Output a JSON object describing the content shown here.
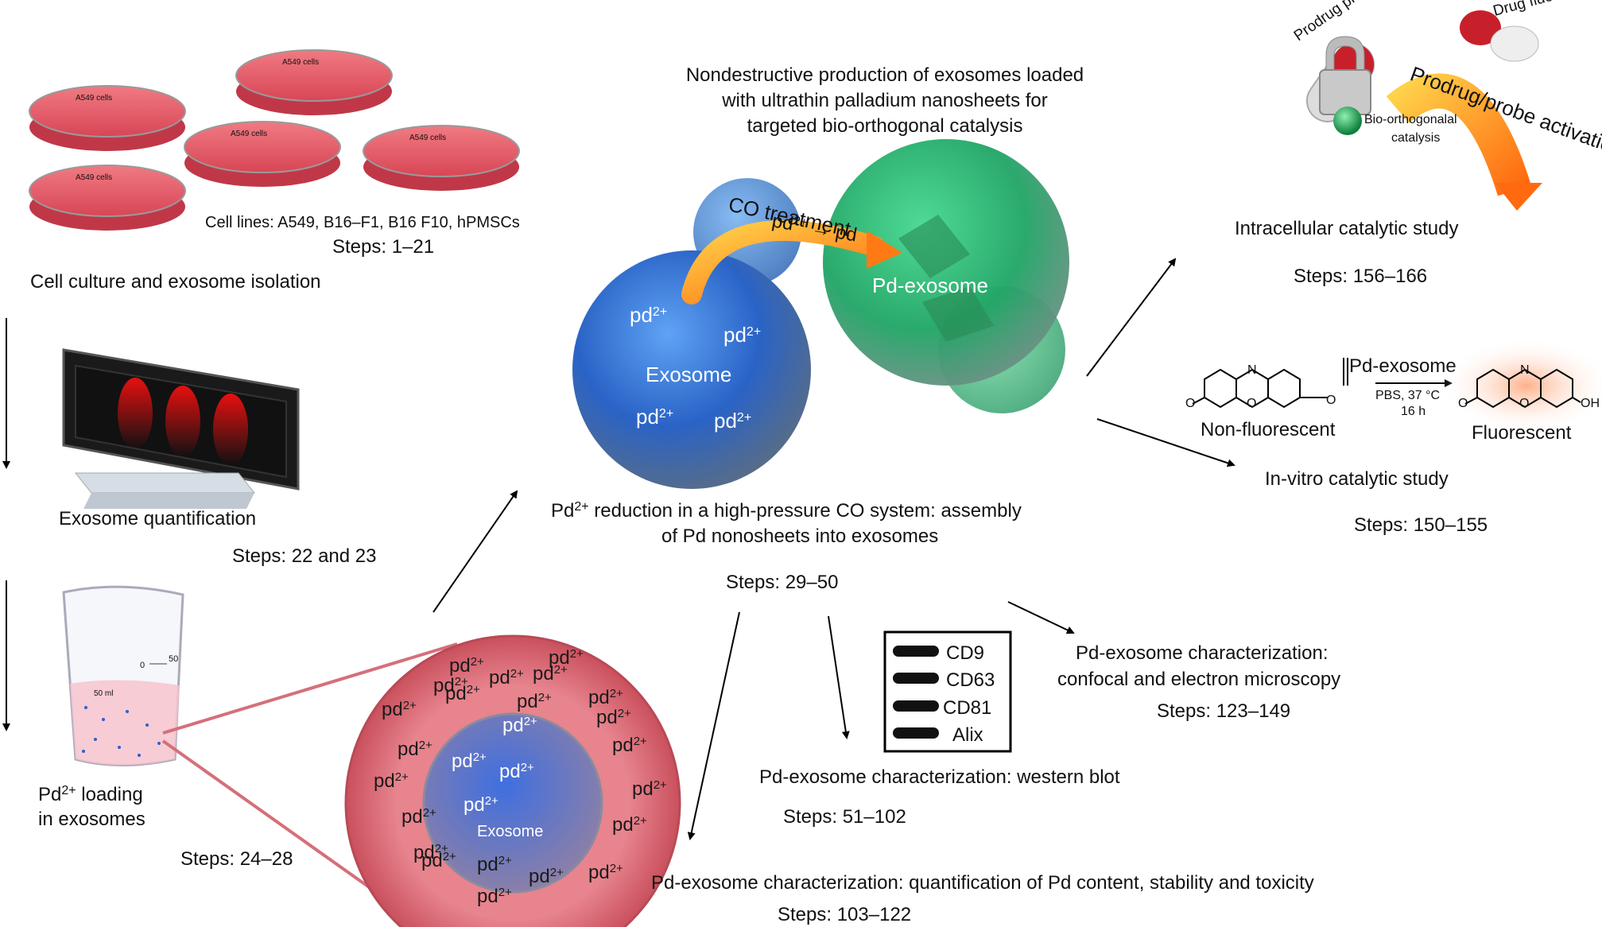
{
  "colors": {
    "dish": "#e8606a",
    "exosome_blue": "#2f6fd0",
    "pd_exosome_green": "#2fc07a",
    "ring_red": "#d9606c",
    "arrow_orange": "#f7a020"
  },
  "culture": {
    "dish_label": "A549 cells",
    "cell_lines": "Cell lines: A549, B16–F1, B16 F10, hPMSCs",
    "steps": "Steps: 1–21",
    "title": "Cell culture and exosome isolation"
  },
  "quant": {
    "title": "Exosome quantification",
    "steps": "Steps: 22 and 23"
  },
  "loading": {
    "title_line1": "Pd",
    "title_sup": "2+",
    "title_line1_rest": " loading",
    "title_line2": "in exosomes",
    "steps": "Steps: 24–28",
    "beaker_label": "50 ml",
    "scale_0": "0",
    "scale_50": "50"
  },
  "inset": {
    "ion": "pd",
    "ion_sup": "2+",
    "exosome_label": "Exosome"
  },
  "center": {
    "title_line1": "Nondestructive production of exosomes loaded",
    "title_line2": "with ultrathin palladium nanosheets for",
    "title_line3": "targeted bio-orthogonal catalysis",
    "co_treatment": "CO treatment",
    "reaction_from": "pd",
    "reaction_sup": "2+",
    "reaction_to": "pd",
    "exosome_label": "Exosome",
    "pd_exosome_label": "Pd-exosome",
    "reduction_line1_pre": "Pd",
    "reduction_line1_sup": "2+",
    "reduction_line1_rest": " reduction in a high-pressure CO system: assembly",
    "reduction_line2": "of Pd nonosheets into exosomes",
    "steps": "Steps: 29–50"
  },
  "western": {
    "bands": [
      "CD9",
      "CD63",
      "CD81",
      "Alix"
    ],
    "title": "Pd-exosome characterization: western blot",
    "steps": "Steps: 51–102"
  },
  "content": {
    "title": "Pd-exosome characterization: quantification of Pd content, stability and toxicity",
    "steps": "Steps: 103–122"
  },
  "confocal": {
    "title_line1": "Pd-exosome characterization:",
    "title_line2": "confocal and electron microscopy",
    "steps": "Steps: 123–149"
  },
  "intracellular": {
    "prodrug_probe": "Prodrug probe",
    "drug_fluorophore": "Drug fluorophore",
    "activation": "Prodrug/probe activation",
    "catalysis_line1": "Bio-orthogonalal",
    "catalysis_line2": "catalysis",
    "title": "Intracellular catalytic study",
    "steps": "Steps: 156–166"
  },
  "invitro": {
    "reagent": "Pd-exosome",
    "conditions_line1": "PBS, 37 °C",
    "conditions_line2": "16 h",
    "non_fluorescent": "Non-fluorescent",
    "fluorescent": "Fluorescent",
    "title": "In-vitro catalytic study",
    "steps": "Steps: 150–155",
    "atom_n": "N",
    "atom_o": "O",
    "atom_oh": "OH"
  }
}
